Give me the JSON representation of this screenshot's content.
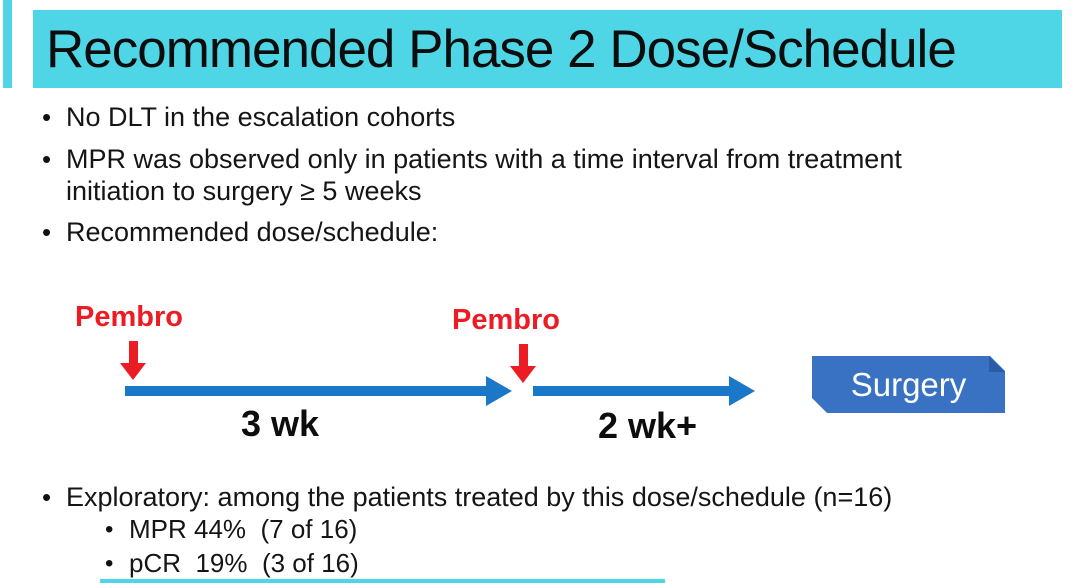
{
  "title": {
    "text": "Recommended Phase 2 Dose/Schedule"
  },
  "theme": {
    "accent_cyan": "#4ed6e6",
    "arrow_blue": "#1b78c8",
    "dose_red": "#ec1c24",
    "endpoint_blue": "#3a72c3"
  },
  "glyphs": {
    "bullet": "•"
  },
  "bullets": {
    "b1": "No DLT in the escalation cohorts",
    "b2_line1": "MPR was observed only in patients with a time interval from treatment",
    "b2_line2": "initiation to surgery ≥ 5 weeks",
    "b3": "Recommended dose/schedule:"
  },
  "timeline": {
    "dose1_label": "Pembro",
    "dose2_label": "Pembro",
    "interval1_label": "3 wk",
    "interval2_label": "2 wk+",
    "endpoint_label": "Surgery"
  },
  "exploratory": {
    "main": "Exploratory: among the patients treated by this dose/schedule (n=16)",
    "sub1": "MPR 44%  (7 of 16)",
    "sub2": "pCR  19%  (3 of 16)"
  }
}
